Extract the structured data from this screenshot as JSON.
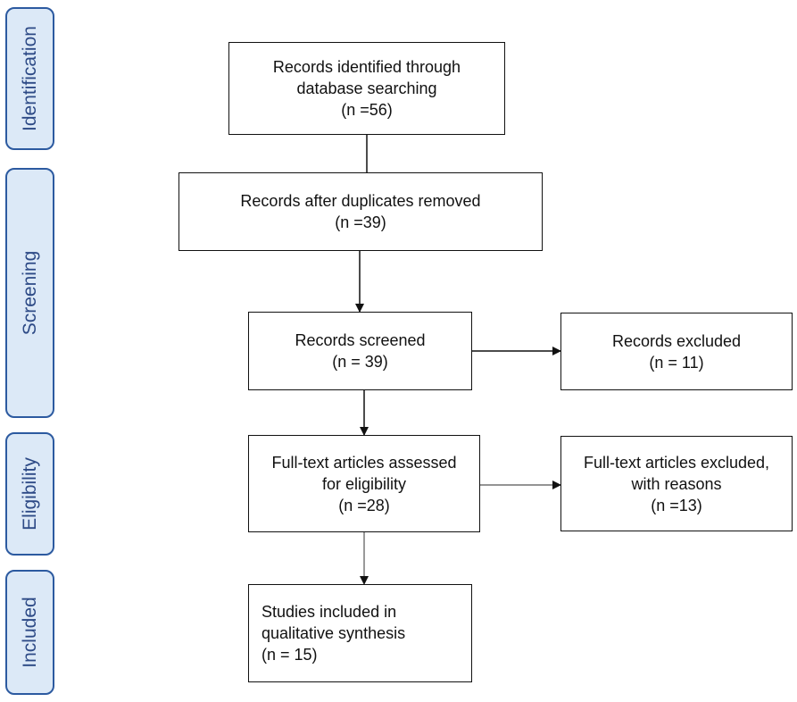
{
  "stages": [
    {
      "label": "Identification"
    },
    {
      "label": "Screening"
    },
    {
      "label": "Eligibility"
    },
    {
      "label": "Included"
    }
  ],
  "boxes": {
    "identified": {
      "lines": [
        "Records identified through",
        "database searching",
        "(n =56)"
      ]
    },
    "duplicates": {
      "lines": [
        "Records after duplicates removed",
        "(n =39)"
      ]
    },
    "screened": {
      "lines": [
        "Records screened",
        "(n = 39)"
      ]
    },
    "excluded": {
      "lines": [
        "Records excluded",
        "(n = 11)"
      ]
    },
    "fulltext": {
      "lines": [
        "Full-text articles assessed",
        "for eligibility",
        "(n =28)"
      ]
    },
    "fulltext_excluded": {
      "lines": [
        "Full-text articles excluded,",
        "with reasons",
        "(n =13)"
      ]
    },
    "included": {
      "lines": [
        "Studies included in",
        "qualitative synthesis",
        "(n = 15)"
      ]
    }
  },
  "colors": {
    "stage_fill": "#dce9f7",
    "stage_border": "#2c5aa0",
    "stage_text": "#2d4a86"
  }
}
